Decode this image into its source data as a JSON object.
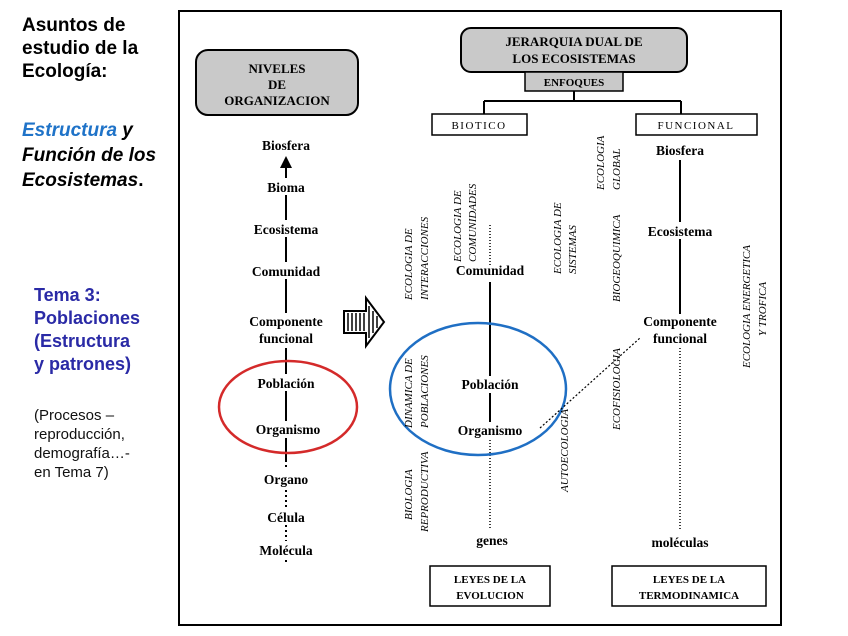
{
  "left_panel": {
    "title": "Asuntos de estudio de la Ecología:",
    "subtitle_blue": "Estructura",
    "subtitle_rest_1": " y",
    "subtitle_line2": "Función de los",
    "subtitle_line3": "Ecosistemas",
    "subtitle_dot": ".",
    "tema_line1": "Tema 3:",
    "tema_line2": "Poblaciones",
    "tema_line3": "(Estructura",
    "tema_line4": "y patrones)",
    "procesos_line1": "(Procesos –",
    "procesos_line2": "reproducción,",
    "procesos_line3": "demografía…-",
    "procesos_line4": "en Tema 7)"
  },
  "diagram": {
    "niveles_box": [
      "NIVELES",
      "DE",
      "ORGANIZACION"
    ],
    "jerarquia_box": [
      "JERARQUIA DUAL DE",
      "LOS ECOSISTEMAS"
    ],
    "enfoques": "ENFOQUES",
    "biotico": "BIOTICO",
    "funcional": "FUNCIONAL",
    "levels": [
      "Biosfera",
      "Bioma",
      "Ecosistema",
      "Comunidad",
      "Componente",
      "funcional",
      "Población",
      "Organismo",
      "Organo",
      "Célula",
      "Molécula"
    ],
    "biotic_column": [
      "Comunidad",
      "Población",
      "Organismo",
      "genes"
    ],
    "functional_column": [
      "Biosfera",
      "Ecosistema",
      "Componente",
      "funcional",
      "moléculas"
    ],
    "vertical_labels": {
      "ecologia_interacciones": [
        "ECOLOGIA DE",
        "INTERACCIONES"
      ],
      "ecologia_comunidades": [
        "ECOLOGIA DE",
        "COMUNIDADES"
      ],
      "ecologia_sistemas": [
        "ECOLOGIA DE",
        "SISTEMAS"
      ],
      "ecologia_global": [
        "ECOLOGIA",
        "GLOBAL"
      ],
      "biogeoquimica": "BIOGEOQUIMICA",
      "ecologia_energetica": [
        "ECOLOGIA ENERGETICA",
        "Y TROFICA"
      ],
      "dinamica_poblaciones": [
        "DINAMICA DE",
        "POBLACIONES"
      ],
      "biologia_reproductiva": [
        "BIOLOGIA",
        "REPRODUCTIVA"
      ],
      "autoecologia": "AUTOECOLOGIA",
      "ecofisiologia": "ECOFISIOLOGIA"
    },
    "leyes_evolucion": [
      "LEYES DE LA",
      "EVOLUCION"
    ],
    "leyes_termodinamica": [
      "LEYES DE LA",
      "TERMODINAMICA"
    ],
    "colors": {
      "red_circle": "#d42a2a",
      "blue_circle": "#1f6fc4",
      "box_fill": "#c9c9c9"
    }
  }
}
